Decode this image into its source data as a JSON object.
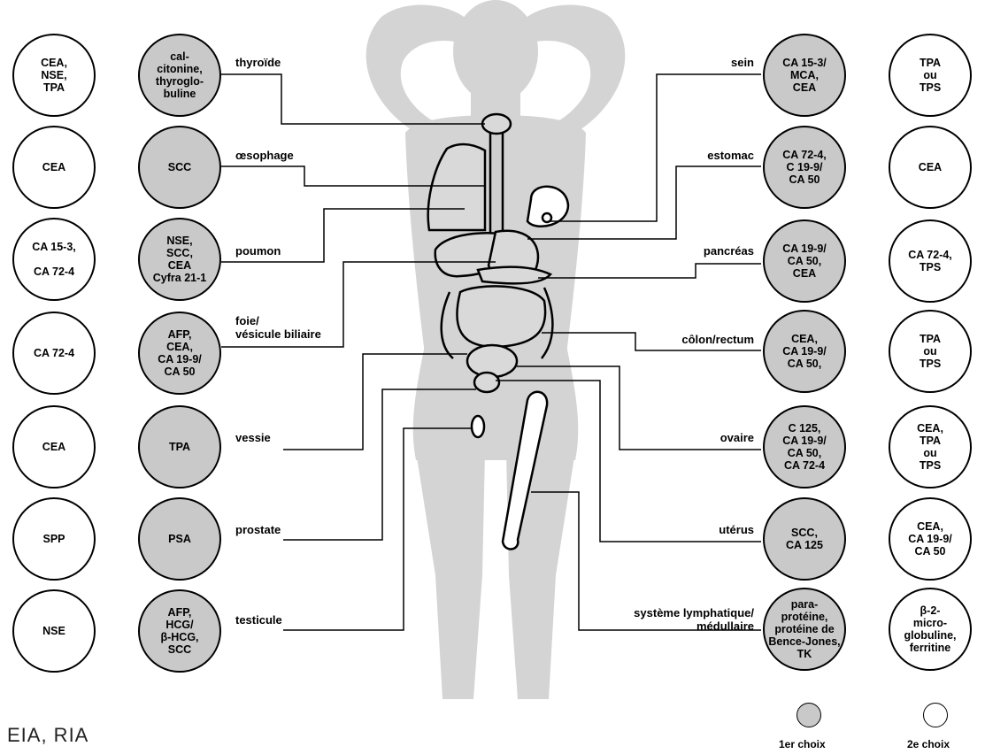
{
  "colors": {
    "first_choice_fill": "#c9c9c9",
    "body_silhouette": "#d4d4d4",
    "line": "#000000"
  },
  "rows": [
    {
      "left": {
        "second": "CEA,\nNSE,\nTPA",
        "first": "cal-\ncitonine,\nthyroglo-\nbuline",
        "organ": "thyroïde"
      },
      "right": {
        "organ": "sein",
        "first": "CA 15-3/\nMCA,\nCEA",
        "second": "TPA\nou\nTPS"
      }
    },
    {
      "left": {
        "second": "CEA",
        "first": "SCC",
        "organ": "œsophage"
      },
      "right": {
        "organ": "estomac",
        "first": "CA 72-4,\nC 19-9/\nCA 50",
        "second": "CEA"
      }
    },
    {
      "left": {
        "second": "CA 15-3,\n\nCA 72-4",
        "first": "NSE,\nSCC,\nCEA\nCyfra 21-1",
        "organ": "poumon"
      },
      "right": {
        "organ": "pancréas",
        "first": "CA 19-9/\nCA 50,\nCEA",
        "second": "CA 72-4,\nTPS"
      }
    },
    {
      "left": {
        "second": "CA 72-4",
        "first": "AFP,\nCEA,\nCA 19-9/\nCA 50",
        "organ": "foie/\nvésicule biliaire"
      },
      "right": {
        "organ": "côlon/rectum",
        "first": "CEA,\nCA 19-9/\nCA 50,",
        "second": "TPA\nou\nTPS"
      }
    },
    {
      "left": {
        "second": "CEA",
        "first": "TPA",
        "organ": "vessie"
      },
      "right": {
        "organ": "ovaire",
        "first": "C 125,\nCA 19-9/\nCA 50,\nCA 72-4",
        "second": "CEA,\nTPA\nou\nTPS"
      }
    },
    {
      "left": {
        "second": "SPP",
        "first": "PSA",
        "organ": "prostate"
      },
      "right": {
        "organ": "utérus",
        "first": "SCC,\nCA 125",
        "second": "CEA,\nCA 19-9/\nCA 50"
      }
    },
    {
      "left": {
        "second": "NSE",
        "first": "AFP,\nHCG/\nβ-HCG,\nSCC",
        "organ": "testicule"
      },
      "right": {
        "organ": "système lymphatique/\nmédullaire",
        "first": "para-\nprotéine,\nprotéine de\nBence-Jones,\nTK",
        "second": "β-2-\nmicro-\nglobuline,\nferritine"
      }
    }
  ],
  "legend": {
    "first_label": "1er choix",
    "second_label": "2e choix"
  },
  "footer": "EIA, RIA"
}
